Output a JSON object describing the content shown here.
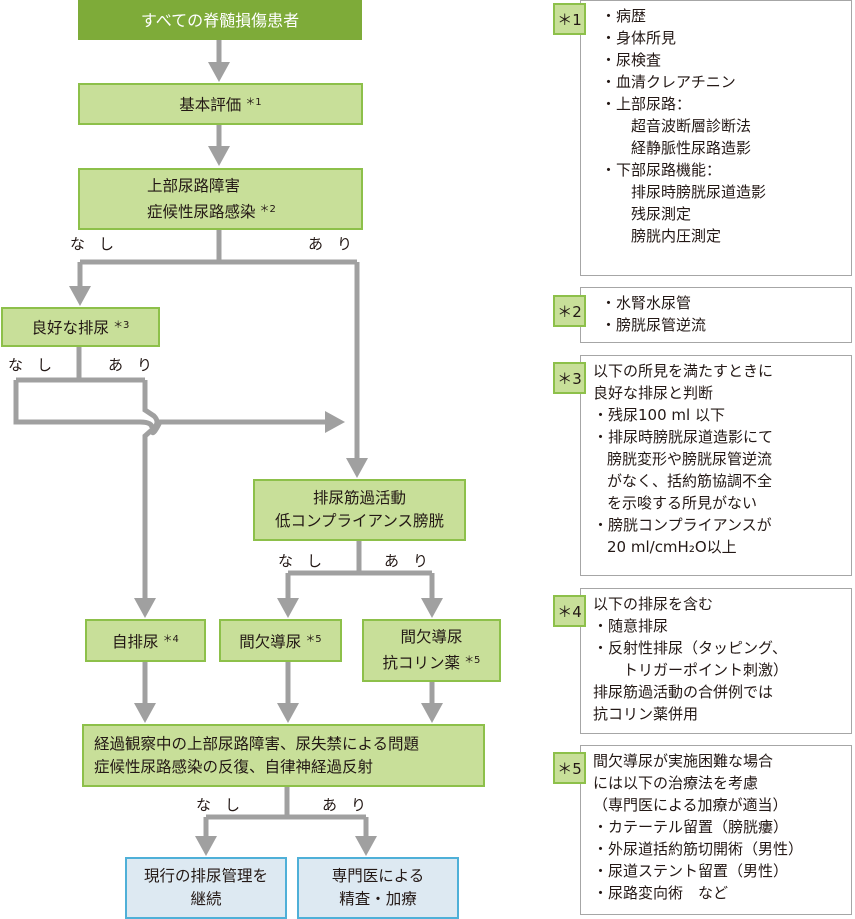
{
  "flowchart": {
    "nodes": {
      "all_patients": {
        "text": [
          "すべての脊髄損傷患者"
        ],
        "note": ""
      },
      "basic_eval": {
        "text": [
          "基本評価"
        ],
        "note": "＊1"
      },
      "upper_tract": {
        "text": [
          "上部尿路障害",
          "症候性尿路感染"
        ],
        "note": "＊2"
      },
      "good_voiding": {
        "text": [
          "良好な排尿"
        ],
        "note": "＊3"
      },
      "detrusor": {
        "text": [
          "排尿筋過活動",
          "低コンプライアンス膀胱"
        ],
        "note": ""
      },
      "self_voiding": {
        "text": [
          "自排尿"
        ],
        "note": "＊4"
      },
      "cic": {
        "text": [
          "間欠導尿"
        ],
        "note": "＊5"
      },
      "cic_anticholinergic": {
        "text": [
          "間欠導尿",
          "抗コリン薬"
        ],
        "note": "＊5"
      },
      "follow_up": {
        "text": [
          "経過観察中の上部尿路障害、尿失禁による問題",
          "症候性尿路感染の反復、自律神経過反射"
        ],
        "note": ""
      },
      "continue": {
        "text": [
          "現行の排尿管理を",
          "継続"
        ],
        "note": ""
      },
      "specialist": {
        "text": [
          "専門医による",
          "精査・加療"
        ],
        "note": ""
      }
    },
    "branch_labels": {
      "no": "なし",
      "yes": "あり"
    }
  },
  "notes": [
    {
      "tag": "＊1",
      "lines": [
        {
          "t": "病歴",
          "style": "bul"
        },
        {
          "t": "身体所見",
          "style": "bul"
        },
        {
          "t": "尿検査",
          "style": "bul"
        },
        {
          "t": "血清クレアチニン",
          "style": "bul"
        },
        {
          "t": "上部尿路：",
          "style": "bul"
        },
        {
          "t": "超音波断層診断法",
          "style": "ind2"
        },
        {
          "t": "経静脈性尿路造影",
          "style": "ind2"
        },
        {
          "t": "下部尿路機能：",
          "style": "bul"
        },
        {
          "t": "排尿時膀胱尿道造影",
          "style": "ind2"
        },
        {
          "t": "残尿測定",
          "style": "ind2"
        },
        {
          "t": "膀胱内圧測定",
          "style": "ind2"
        }
      ]
    },
    {
      "tag": "＊2",
      "lines": [
        {
          "t": "水腎水尿管",
          "style": "bul"
        },
        {
          "t": "膀胱尿管逆流",
          "style": "bul"
        }
      ]
    },
    {
      "tag": "＊3",
      "lines": [
        {
          "t": "以下の所見を満たすときに",
          "style": "ind1"
        },
        {
          "t": "良好な排尿と判断",
          "style": "ind1"
        },
        {
          "t": "残尿100 ml 以下",
          "style": "bul"
        },
        {
          "t": "排尿時膀胱尿道造影にて",
          "style": "bul"
        },
        {
          "t": "膀胱変形や膀胱尿管逆流",
          "style": "ind3"
        },
        {
          "t": "がなく、括約筋協調不全",
          "style": "ind3"
        },
        {
          "t": "を示唆する所見がない",
          "style": "ind3"
        },
        {
          "t": "膀胱コンプライアンスが",
          "style": "bul"
        },
        {
          "t": "20 ml/cmH₂O以上",
          "style": "ind3"
        }
      ]
    },
    {
      "tag": "＊4",
      "lines": [
        {
          "t": "以下の排尿を含む",
          "style": "ind1"
        },
        {
          "t": "随意排尿",
          "style": "bul"
        },
        {
          "t": "反射性排尿（タッピング、",
          "style": "bul"
        },
        {
          "t": "トリガーポイント刺激）",
          "style": "ind2"
        },
        {
          "t": "排尿筋過活動の合併例では",
          "style": "ind1"
        },
        {
          "t": "抗コリン薬併用",
          "style": "ind1"
        }
      ]
    },
    {
      "tag": "＊5",
      "lines": [
        {
          "t": "間欠導尿が実施困難な場合",
          "style": "ind1"
        },
        {
          "t": "には以下の治療法を考慮",
          "style": "ind1"
        },
        {
          "t": "（専門医による加療が適当）",
          "style": "ind1"
        },
        {
          "t": "カテーテル留置（膀胱瘻）",
          "style": "bul"
        },
        {
          "t": "外尿道括約筋切開術（男性）",
          "style": "bul"
        },
        {
          "t": "尿道ステント留置（男性）",
          "style": "bul"
        },
        {
          "t": "尿路変向術　など",
          "style": "bul"
        }
      ]
    }
  ],
  "colors": {
    "start": "#7eab39",
    "green_fill": "#c8df99",
    "green_border": "#8dc04a",
    "blue_fill": "#dde9f2",
    "blue_border": "#4fb0d8",
    "arrow": "#a0a0a0"
  }
}
